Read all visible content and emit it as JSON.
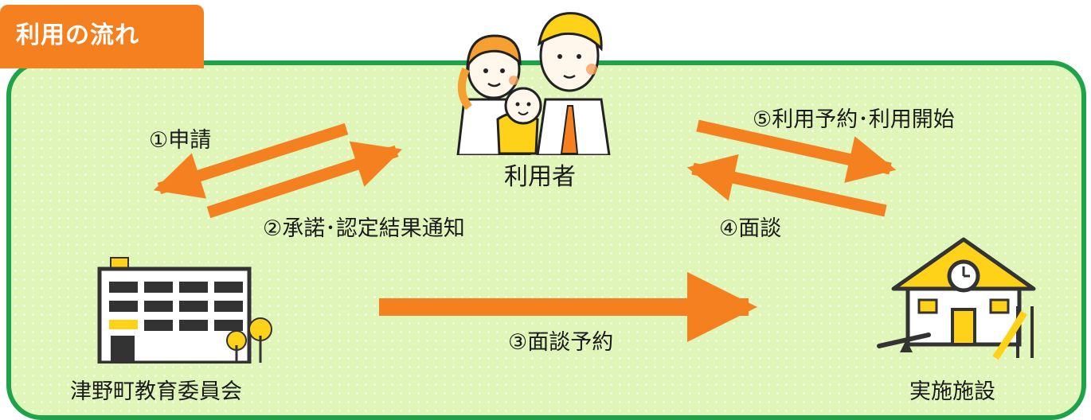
{
  "title": "利用の流れ",
  "actors": {
    "user": "利用者",
    "board": "津野町教育委員会",
    "facility": "実施施設"
  },
  "steps": {
    "step1": "①申請",
    "step2": "②承諾･認定結果通知",
    "step3": "③面談予約",
    "step4": "④面談",
    "step5": "⑤利用予約･利用開始"
  },
  "colors": {
    "accent": "#f5801f",
    "border": "#1fa34a",
    "panel_bg": "#dff6b8",
    "building": "#333333",
    "highlight": "#ffd21a"
  },
  "icons": {
    "user": "family-icon",
    "board": "office-building-icon",
    "facility": "school-building-icon"
  }
}
